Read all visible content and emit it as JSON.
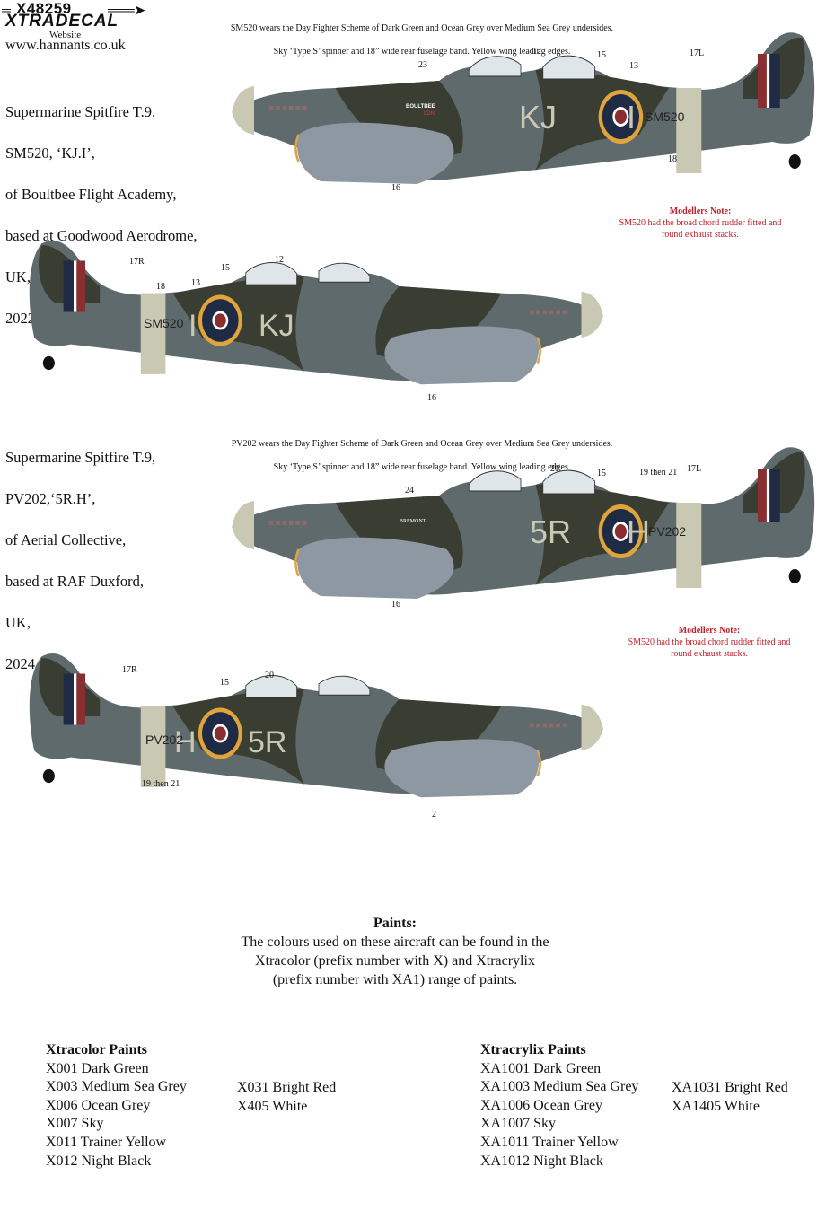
{
  "header": {
    "product_code": "X48259",
    "brand": "XTRADECAL",
    "website_label": "Website",
    "website_url": "www.hannants.co.uk"
  },
  "aircraft": [
    {
      "description": [
        "Supermarine Spitfire T.9,",
        "SM520, ‘KJ.I’,",
        "of Boultbee Flight Academy,",
        "based at Goodwood Aerodrome,",
        "UK,",
        "2022."
      ],
      "scheme": [
        "SM520 wears the Day Fighter Scheme of Dark Green and Ocean Grey over Medium Sea Grey undersides.",
        "Sky ‘Type S’ spinner and 18” wide rear fuselage band. Yellow wing leading edges."
      ],
      "note_title": "Modellers Note:",
      "note_lines": [
        "SM520 had the broad chord rudder fitted and",
        "round exhaust stacks."
      ],
      "left_side": {
        "codes_front": "KJ",
        "code_rear": "I",
        "serial": "SM520",
        "nose_text": "BOULTBEE",
        "nose_subtext": "LDN",
        "callouts": [
          "23",
          "12",
          "15",
          "13",
          "17L",
          "18",
          "16"
        ]
      },
      "right_side": {
        "codes_front": "KJ",
        "code_rear": "I",
        "serial": "SM520",
        "callouts": [
          "17R",
          "18",
          "13",
          "15",
          "12",
          "16"
        ]
      }
    },
    {
      "description": [
        "Supermarine Spitfire T.9,",
        "PV202,‘5R.H’,",
        "of Aerial Collective,",
        "based at RAF Duxford,",
        "UK,",
        "2024."
      ],
      "scheme": [
        "PV202 wears the Day Fighter Scheme of Dark Green and Ocean Grey over Medium Sea Grey undersides.",
        "Sky ‘Type S’ spinner and 18” wide rear fuselage band. Yellow wing leading edges."
      ],
      "note_title": "Modellers Note:",
      "note_lines": [
        "SM520 had the broad chord rudder fitted and",
        "round exhaust stacks."
      ],
      "left_side": {
        "codes_front": "5R",
        "code_rear": "H",
        "serial": "PV202",
        "nose_text": "BREMONT",
        "callouts": [
          "24",
          "20",
          "15",
          "19 then 21",
          "17L",
          "16"
        ]
      },
      "right_side": {
        "codes_front": "5R",
        "code_rear": "H",
        "serial": "PV202",
        "callouts": [
          "17R",
          "15",
          "20",
          "19 then 21",
          "2"
        ]
      }
    }
  ],
  "paints": {
    "title": "Paints:",
    "intro": [
      "The colours used on these aircraft can be found in the",
      "Xtracolor (prefix number with X) and Xtracrylix",
      "(prefix number with XA1) range of paints."
    ],
    "xtracolor": {
      "heading": "Xtracolor Paints",
      "col1": [
        "X001 Dark Green",
        "X003 Medium Sea Grey",
        "X006 Ocean Grey",
        "X007 Sky",
        "X011 Trainer Yellow",
        "X012 Night Black"
      ],
      "col2": [
        "X031 Bright Red",
        "X405 White"
      ]
    },
    "xtracrylix": {
      "heading": "Xtracrylix Paints",
      "col1": [
        "XA1001 Dark Green",
        "XA1003 Medium Sea Grey",
        "XA1006 Ocean Grey",
        "XA1007 Sky",
        "XA1011 Trainer Yellow",
        "XA1012 Night Black"
      ],
      "col2": [
        "XA1031 Bright Red",
        "XA1405 White"
      ]
    }
  },
  "colors": {
    "dark_green": "#3a3d31",
    "ocean_grey": "#5f6a6d",
    "medium_sea_grey": "#8e98a2",
    "sky": "#c9c8b3",
    "roundel_blue": "#1f2a44",
    "roundel_red": "#8a2e30",
    "yellow": "#e0a43c",
    "note_red": "#c0202a"
  }
}
